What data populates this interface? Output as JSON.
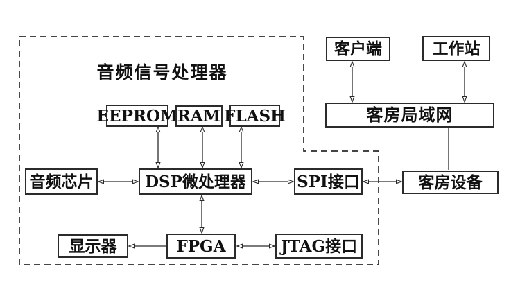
{
  "diagram": {
    "title": "音频信号处理器",
    "container": {
      "label": "音频信号处理器",
      "border_style": "dashed",
      "description": "dashed stepped outline grouping the audio signal processor components"
    },
    "colors": {
      "line": "#2b2b2b",
      "box_border": "#2b2b2b",
      "box_fill": "#ffffff",
      "text": "#111111",
      "background": "#ffffff"
    },
    "nodes": {
      "eeprom": {
        "label": "EEPROM"
      },
      "ram": {
        "label": "RAM"
      },
      "flash": {
        "label": "FLASH"
      },
      "audio_chip": {
        "label": "音频芯片"
      },
      "dsp": {
        "label": "DSP微处理器"
      },
      "spi": {
        "label": "SPI接口"
      },
      "display": {
        "label": "显示器"
      },
      "fpga": {
        "label": "FPGA"
      },
      "jtag": {
        "label": "JTAG接口"
      },
      "client": {
        "label": "客户端"
      },
      "workstation": {
        "label": "工作站"
      },
      "lan": {
        "label": "客房局域网"
      },
      "room_device": {
        "label": "客房设备"
      }
    },
    "edges": [
      {
        "from": "EEPROM",
        "to": "DSP微处理器",
        "type": "bidirectional-arrow"
      },
      {
        "from": "RAM",
        "to": "DSP微处理器",
        "type": "bidirectional-arrow"
      },
      {
        "from": "FLASH",
        "to": "DSP微处理器",
        "type": "bidirectional-arrow"
      },
      {
        "from": "音频芯片",
        "to": "DSP微处理器",
        "type": "bidirectional-arrow"
      },
      {
        "from": "DSP微处理器",
        "to": "SPI接口",
        "type": "bidirectional-arrow"
      },
      {
        "from": "SPI接口",
        "to": "客房设备",
        "type": "bidirectional-arrow"
      },
      {
        "from": "DSP微处理器",
        "to": "FPGA",
        "type": "bidirectional-arrow"
      },
      {
        "from": "FPGA",
        "to": "显示器",
        "type": "single-arrow"
      },
      {
        "from": "FPGA",
        "to": "JTAG接口",
        "type": "bidirectional-arrow"
      },
      {
        "from": "客户端",
        "to": "客房局域网",
        "type": "bidirectional-arrow"
      },
      {
        "from": "工作站",
        "to": "客房局域网",
        "type": "bidirectional-arrow"
      },
      {
        "from": "客房局域网",
        "to": "客房设备",
        "type": "plain-line"
      }
    ]
  }
}
